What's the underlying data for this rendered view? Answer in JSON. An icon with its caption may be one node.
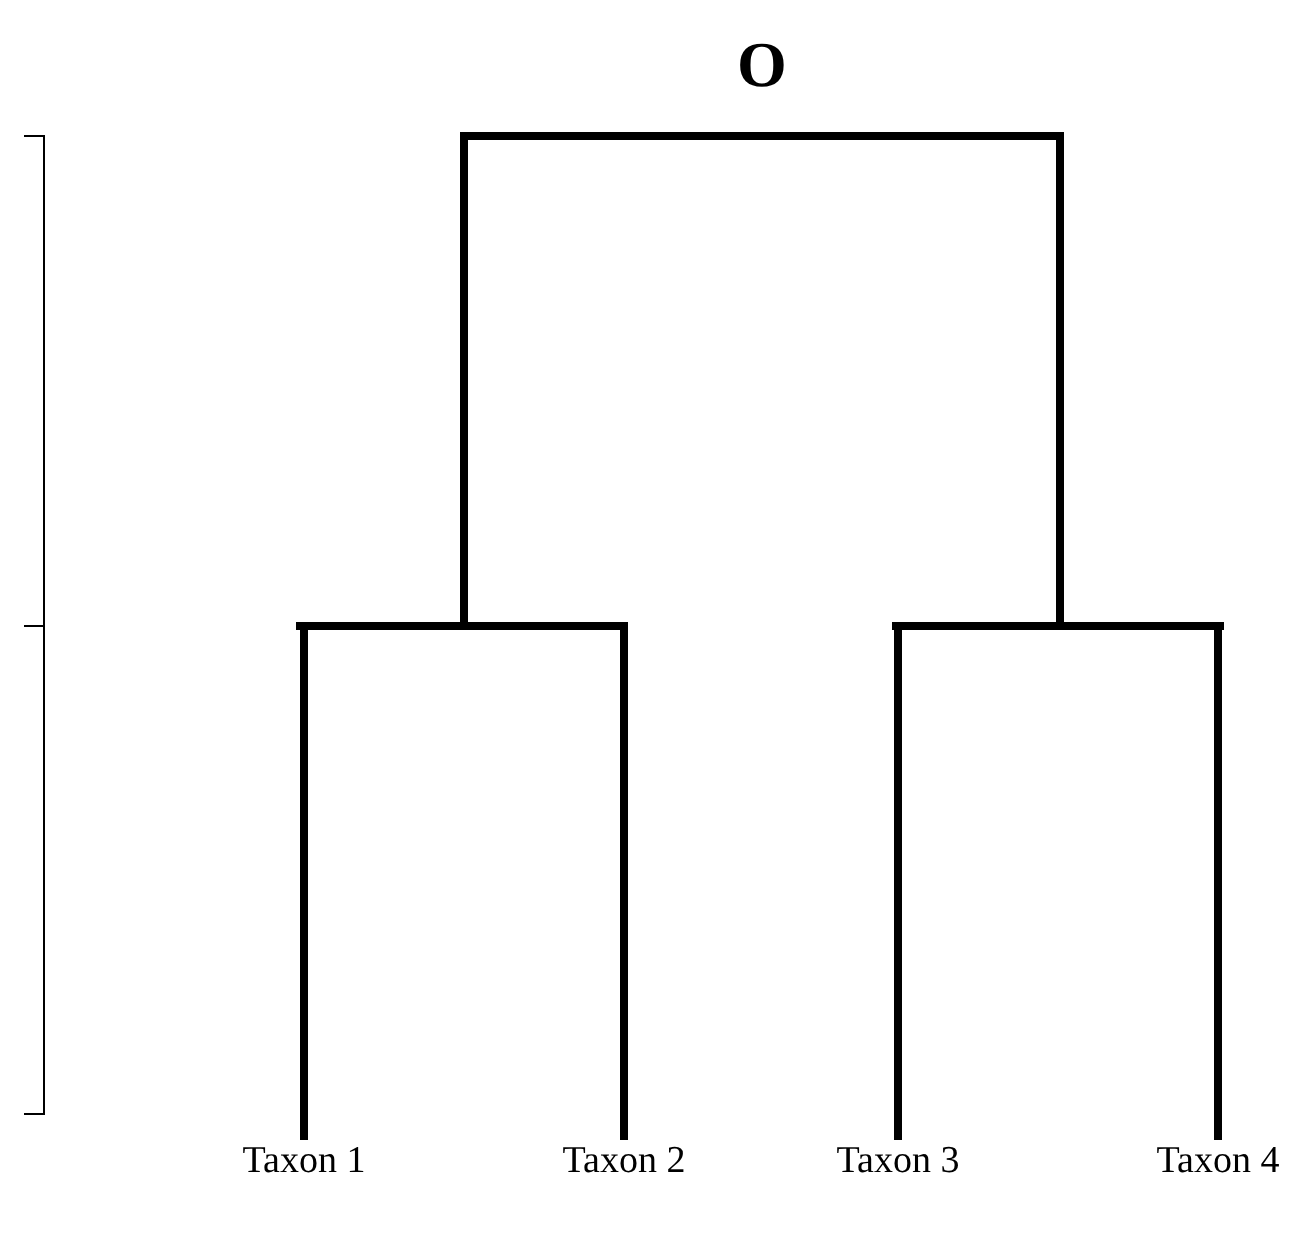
{
  "diagram": {
    "nodes": [
      {
        "text": [
          "O"
        ]
      },
      {
        "text": [],
        "shape": "bar"
      },
      {
        "text": [],
        "shape": "bar"
      },
      {
        "text": [
          "Taxon 1"
        ]
      },
      {
        "text": [
          "Taxon 2"
        ]
      },
      {
        "text": [
          "Taxon 3"
        ]
      },
      {
        "text": [
          "Taxon 4"
        ]
      }
    ],
    "edges": [
      {
        "from": 0,
        "to": 1,
        "arrow": "none"
      },
      {
        "from": 0,
        "to": 2,
        "arrow": "none"
      },
      {
        "from": 1,
        "to": 3,
        "arrow": "none"
      },
      {
        "from": 1,
        "to": 4,
        "arrow": "none"
      },
      {
        "from": 2,
        "to": 5,
        "arrow": "none"
      },
      {
        "from": 2,
        "to": 6,
        "arrow": "none"
      }
    ]
  }
}
